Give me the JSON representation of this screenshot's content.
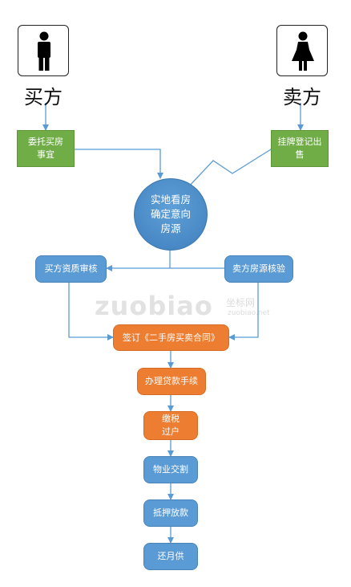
{
  "buyer": {
    "label": "买方",
    "icon": "male-person-icon"
  },
  "seller": {
    "label": "卖方",
    "icon": "female-person-icon"
  },
  "nodes": {
    "entrust_buy": "委托买房\n事宜",
    "list_sale": "挂牌登记出\n售",
    "viewing": "实地看房\n确定意向\n房源",
    "buyer_check": "买方资质审核",
    "seller_check": "卖方房源核验",
    "sign_contract": "签订《二手房买卖合同》",
    "loan": "办理贷款手续",
    "tax_transfer": "缴税\n过户",
    "handover": "物业交割",
    "mortgage": "抵押放款",
    "repay": "还月供"
  },
  "watermark": {
    "brand": "zuobiao",
    "cn": "坐标网",
    "en": "zuobiao.net"
  },
  "colors": {
    "green": "#70ad47",
    "blue": "#5b9bd5",
    "orange": "#ed7d31",
    "arrow": "#5b9bd5"
  }
}
